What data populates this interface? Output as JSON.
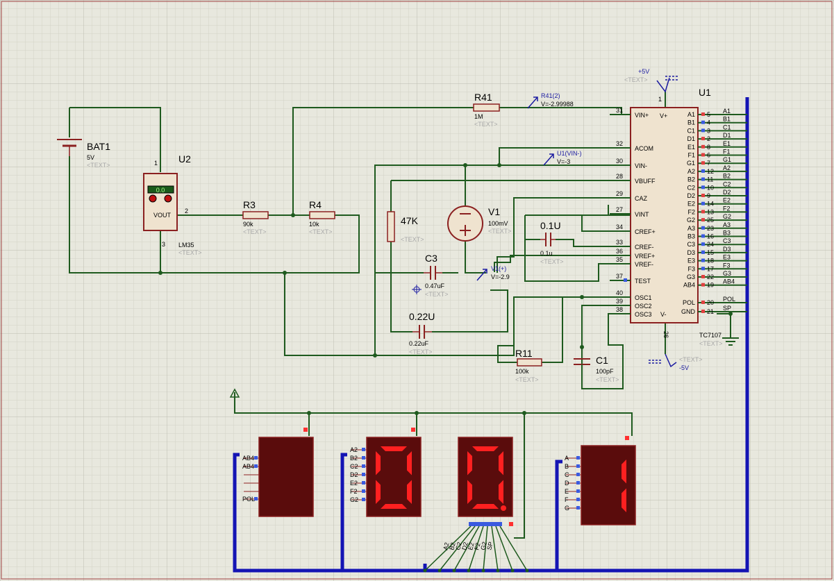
{
  "colors": {
    "background": "#e8e8de",
    "wire": "#1e5a1e",
    "bus": "#1414b4",
    "component": "#8b2020",
    "segment_on": "#ff2020",
    "segment_off": "#5a0c0c"
  },
  "power": {
    "vcc": "+5V",
    "vee": "-5V",
    "text": "<TEXT>"
  },
  "bat1": {
    "ref": "BAT1",
    "value": "5V",
    "text": "<TEXT>"
  },
  "u2": {
    "ref": "U2",
    "part": "LM35",
    "text": "<TEXT>",
    "display": "0.0",
    "out_label": "VOUT",
    "pin1": "1",
    "pin2": "2",
    "pin3": "3"
  },
  "r3": {
    "ref": "R3",
    "value": "90k",
    "text": "<TEXT>"
  },
  "r4": {
    "ref": "R4",
    "value": "10k",
    "text": "<TEXT>"
  },
  "r41": {
    "ref": "R41",
    "value": "1M",
    "text": "<TEXT>"
  },
  "r47k": {
    "ref": "47K",
    "text": "<TEXT>"
  },
  "r11": {
    "ref": "R11",
    "value": "100k",
    "text": "<TEXT>"
  },
  "v1": {
    "ref": "V1",
    "value": "100mV",
    "text": "<TEXT>"
  },
  "c3": {
    "ref": "C3",
    "value": "0.47uF",
    "text": "<TEXT>"
  },
  "c022": {
    "ref": "0.22U",
    "value": "0.22uF",
    "text": "<TEXT>"
  },
  "c01": {
    "ref": "0.1U",
    "value": "0.1u",
    "text": "<TEXT>"
  },
  "c1": {
    "ref": "C1",
    "value": "100pF",
    "text": "<TEXT>"
  },
  "probes": {
    "r41": {
      "name": "R41(2)",
      "reading": "V=-2.99988"
    },
    "u1vin": {
      "name": "U1(VIN-)",
      "reading": "V=-3"
    },
    "v1": {
      "name": "V1(+)",
      "reading": "V=-2.9"
    }
  },
  "u1": {
    "ref": "U1",
    "part": "TC7107",
    "text": "<TEXT>",
    "left_pins": [
      {
        "num": "31",
        "name": "VIN+"
      },
      {
        "num": "32",
        "name": "ACOM"
      },
      {
        "num": "30",
        "name": "VIN-"
      },
      {
        "num": "28",
        "name": "VBUFF"
      },
      {
        "num": "29",
        "name": "CAZ"
      },
      {
        "num": "27",
        "name": "VINT"
      },
      {
        "num": "34",
        "name": "CREF+"
      },
      {
        "num": "33",
        "name": "CREF-"
      },
      {
        "num": "36",
        "name": "VREF+"
      },
      {
        "num": "35",
        "name": "VREF-"
      },
      {
        "num": "37",
        "name": "TEST"
      },
      {
        "num": "40",
        "name": "OSC1"
      },
      {
        "num": "39",
        "name": "OSC2"
      },
      {
        "num": "38",
        "name": "OSC3"
      }
    ],
    "right_pins": [
      {
        "num": "5",
        "name": "A1",
        "net": "A1"
      },
      {
        "num": "4",
        "name": "B1",
        "net": "B1"
      },
      {
        "num": "3",
        "name": "C1",
        "net": "C1"
      },
      {
        "num": "2",
        "name": "D1",
        "net": "D1"
      },
      {
        "num": "8",
        "name": "E1",
        "net": "E1"
      },
      {
        "num": "6",
        "name": "F1",
        "net": "F1"
      },
      {
        "num": "7",
        "name": "G1",
        "net": "G1"
      },
      {
        "num": "12",
        "name": "A2",
        "net": "A2"
      },
      {
        "num": "11",
        "name": "B2",
        "net": "B2"
      },
      {
        "num": "10",
        "name": "C2",
        "net": "C2"
      },
      {
        "num": "9",
        "name": "D2",
        "net": "D2"
      },
      {
        "num": "14",
        "name": "E2",
        "net": "E2"
      },
      {
        "num": "13",
        "name": "F2",
        "net": "F2"
      },
      {
        "num": "25",
        "name": "G2",
        "net": "G2"
      },
      {
        "num": "23",
        "name": "A3",
        "net": "A3"
      },
      {
        "num": "16",
        "name": "B3",
        "net": "B3"
      },
      {
        "num": "24",
        "name": "C3",
        "net": "C3"
      },
      {
        "num": "15",
        "name": "D3",
        "net": "D3"
      },
      {
        "num": "18",
        "name": "E3",
        "net": "E3"
      },
      {
        "num": "17",
        "name": "F3",
        "net": "F3"
      },
      {
        "num": "22",
        "name": "G3",
        "net": "G3"
      },
      {
        "num": "19",
        "name": "AB4",
        "net": "AB4"
      },
      {
        "num": "20",
        "name": "POL",
        "net": "POL"
      },
      {
        "num": "21",
        "name": "GND",
        "net": "SP"
      }
    ],
    "vplus": "V+",
    "vminus": "V-",
    "pin_top": "1",
    "pin_bottom": "26"
  },
  "displays": {
    "d1_labels": [
      "AB4",
      "AB4",
      "POL"
    ],
    "d2_labels": [
      "A2",
      "B2",
      "C2",
      "D2",
      "E2",
      "F2",
      "G2"
    ],
    "d4_labels": [
      "A",
      "B",
      "C",
      "D",
      "E",
      "F",
      "G"
    ],
    "d3_bottom_labels": [
      "A2",
      "B2",
      "C2",
      "D2",
      "E2",
      "F2",
      "G2",
      "SP"
    ]
  }
}
